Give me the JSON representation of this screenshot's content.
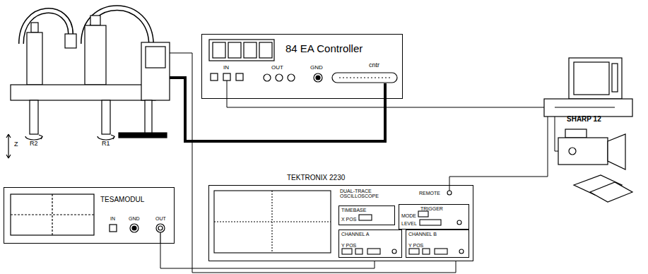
{
  "diagram": {
    "nodes": [
      {
        "text": [
          "84 EA Controller",
          "IN",
          "OUT",
          "GND",
          "cntr"
        ]
      },
      {
        "text": [
          "SHARP 12"
        ]
      },
      {
        "text": [
          "TESAMODUL",
          "IN",
          "GND",
          "OUT"
        ]
      },
      {
        "text": [
          "TEKTRONIX 2230",
          "DUAL-TRACE OSCILLOSCOPE",
          "REMOTE"
        ]
      },
      {
        "text": [
          "TIMEBASE",
          "X POS"
        ],
        "in": 3
      },
      {
        "text": [
          "TRIGGER",
          "MODE",
          "LEVEL"
        ],
        "in": 3
      },
      {
        "text": [
          "CHANNEL A",
          "Y POS"
        ],
        "in": 3
      },
      {
        "text": [
          "CHANNEL B",
          "Y POS"
        ],
        "in": 3
      }
    ],
    "edges": [
      {
        "from": 2,
        "to": 3,
        "arrow": "none"
      }
    ],
    "labels": [
      "Z",
      "R2",
      "R1"
    ]
  }
}
